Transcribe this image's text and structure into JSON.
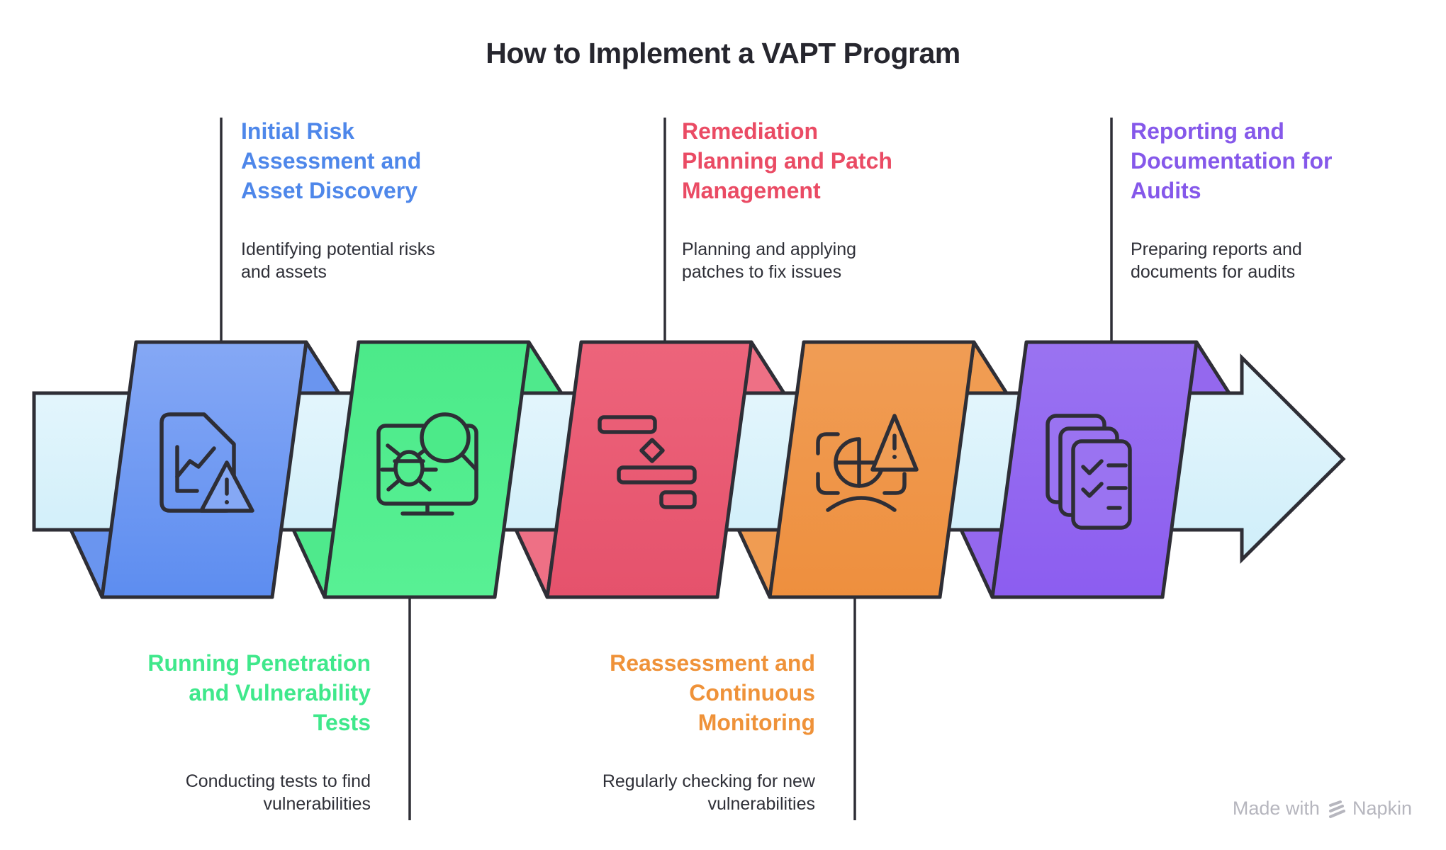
{
  "title": "How to Implement a VAPT Program",
  "colors": {
    "background": "#ffffff",
    "outline": "#2e2e36",
    "text": "#2f3038",
    "title": "#26262e",
    "watermark": "#b6b6be",
    "arrow_top": "#e7f7fd",
    "arrow_bottom": "#cfeef9"
  },
  "steps": [
    {
      "id": 1,
      "label_position": "top",
      "heading": "Initial Risk\nAssessment and\nAsset Discovery",
      "description": "Identifying potential risks\nand assets",
      "heading_color": "#4e87ea",
      "banner_top": "#85a8f5",
      "banner_bottom": "#5d8df0",
      "fold_color": "#6a95ef",
      "icon": "risk-report-warning"
    },
    {
      "id": 2,
      "label_position": "bottom",
      "heading": "Running Penetration\nand Vulnerability\nTests",
      "description": "Conducting tests to find\nvulnerabilities",
      "heading_color": "#3fe88b",
      "banner_top": "#4cea89",
      "banner_bottom": "#58f094",
      "fold_color": "#4fe98c",
      "icon": "bug-scan-monitor"
    },
    {
      "id": 3,
      "label_position": "top",
      "heading": "Remediation\nPlanning and Patch\nManagement",
      "description": "Planning and applying\npatches to fix issues",
      "heading_color": "#ea4b64",
      "banner_top": "#ed647b",
      "banner_bottom": "#e5526c",
      "fold_color": "#ee7085",
      "icon": "gantt-plan"
    },
    {
      "id": 4,
      "label_position": "bottom",
      "heading": "Reassessment and\nContinuous\nMonitoring",
      "description": "Regularly checking for new\nvulnerabilities",
      "heading_color": "#ef9239",
      "banner_top": "#f09d55",
      "banner_bottom": "#ee8f3e",
      "fold_color": "#f09c52",
      "icon": "monitor-pie-warning"
    },
    {
      "id": 5,
      "label_position": "top",
      "heading": "Reporting and\nDocumentation for\nAudits",
      "description": "Preparing reports and\ndocuments for audits",
      "heading_color": "#8558ea",
      "banner_top": "#9a73f1",
      "banner_bottom": "#8c5df0",
      "fold_color": "#9468ee",
      "icon": "stacked-docs-checklist"
    }
  ],
  "watermark": {
    "prefix": "Made with",
    "brand": "Napkin"
  }
}
